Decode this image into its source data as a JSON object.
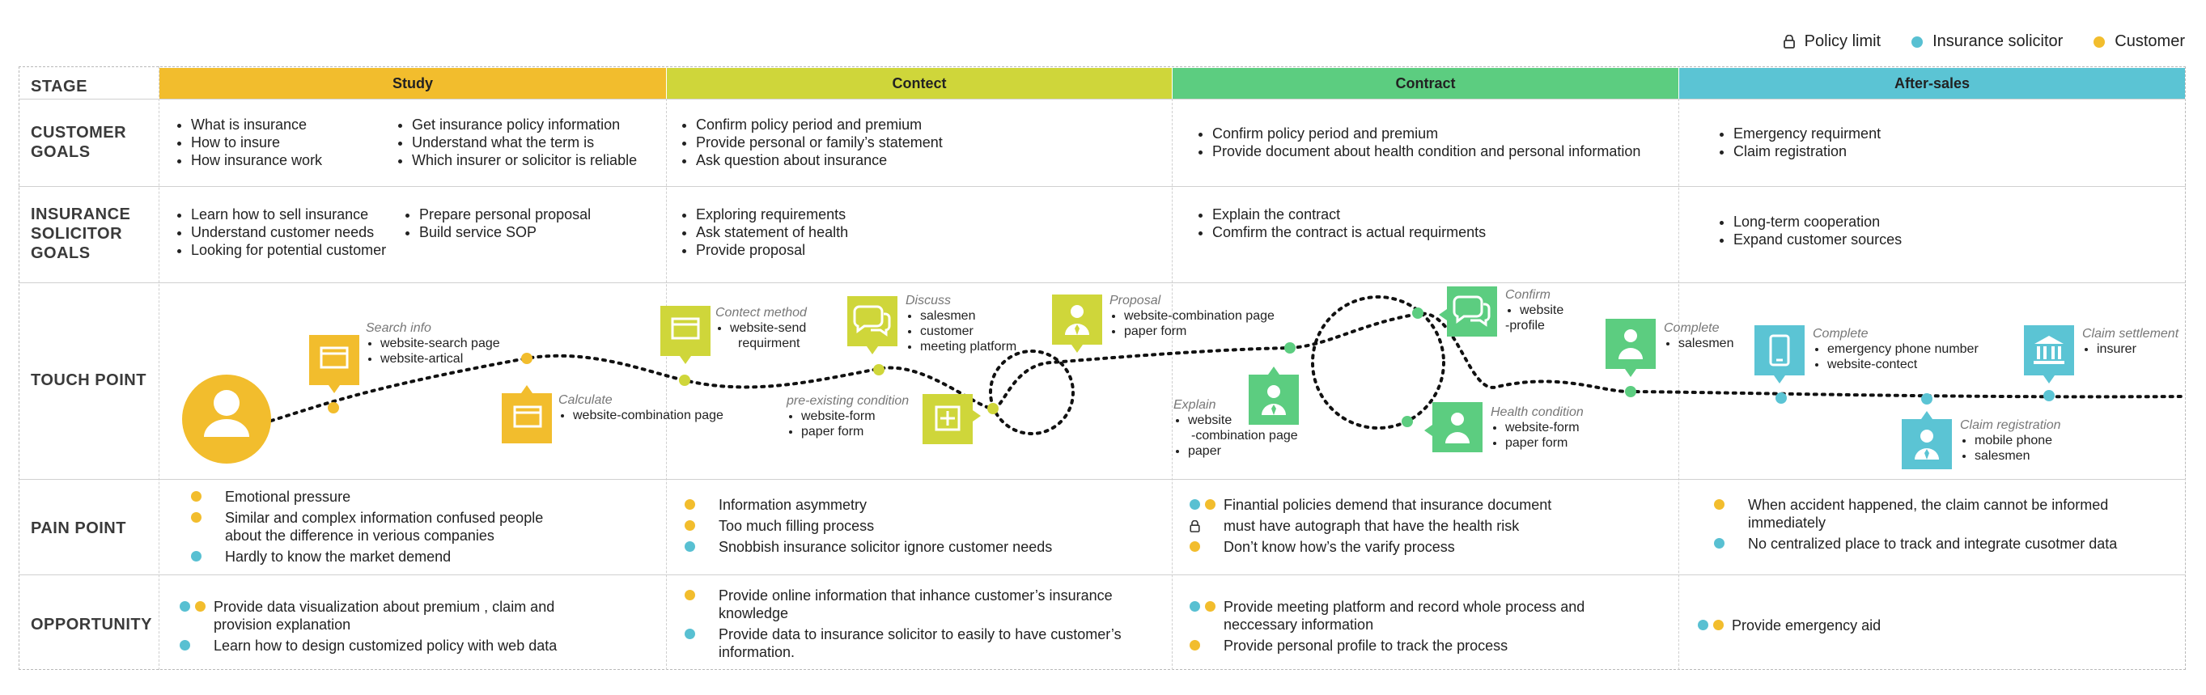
{
  "colors": {
    "study": "#f2bd2d",
    "contect": "#cfd63a",
    "contract": "#5ccd80",
    "aftersales": "#5bc4d4",
    "customer": "#f2bd2d",
    "solicitor": "#58c0d2",
    "lock": "#333333"
  },
  "legend": [
    {
      "label": "Policy limit",
      "icon": "lock-icon"
    },
    {
      "label": "Insurance solicitor",
      "color": "#58c0d2"
    },
    {
      "label": "Customer",
      "color": "#f2bd2d"
    }
  ],
  "rows": {
    "stage": "STAGE",
    "customer_goals": [
      "CUSTOMER",
      "GOALS"
    ],
    "solicitor_goals": [
      "INSURANCE",
      "SOLICITOR",
      "GOALS"
    ],
    "touch_point": "TOUCH POINT",
    "pain_point": "PAIN POINT",
    "opportunity": "OPPORTUNITY"
  },
  "stages": [
    "Study",
    "Contect",
    "Contract",
    "After-sales"
  ],
  "customer_goals": {
    "study_a": [
      "What is insurance",
      "How to insure",
      "How insurance work"
    ],
    "study_b": [
      "Get insurance policy information",
      "Understand what the term is",
      "Which insurer or solicitor is reliable"
    ],
    "contect": [
      "Confirm policy period and premium",
      "Provide personal or family’s statement",
      "Ask question about insurance"
    ],
    "contract": [
      "Confirm policy period and premium",
      "Provide document about health condition and personal information"
    ],
    "aftersales": [
      "Emergency requirment",
      "Claim registration"
    ]
  },
  "solicitor_goals": {
    "study_a": [
      "Learn how to sell insurance",
      "Understand customer needs",
      "Looking for potential customer"
    ],
    "study_b": [
      "Prepare personal proposal",
      "Build service SOP"
    ],
    "contect": [
      "Exploring requirements",
      "Ask statement of health",
      "Provide proposal"
    ],
    "contract": [
      "Explain the contract",
      "Comfirm the contract is actual requirments"
    ],
    "aftersales": [
      "Long-term cooperation",
      "Expand customer sources"
    ]
  },
  "touchpoints": {
    "search": {
      "title": "Search info",
      "items": [
        "website-search page",
        "website-artical"
      ]
    },
    "calculate": {
      "title": "Calculate",
      "items": [
        "website-combination page"
      ]
    },
    "contect_method": {
      "title": "Contect method",
      "items": [
        "website-send",
        "requirment"
      ]
    },
    "discuss": {
      "title": "Discuss",
      "items": [
        "salesmen",
        "customer",
        "meeting platform"
      ]
    },
    "preexisting": {
      "title": "pre-existing condition",
      "items": [
        "website-form",
        "paper form"
      ]
    },
    "proposal": {
      "title": "Proposal",
      "items": [
        "website-combination page",
        "paper form"
      ]
    },
    "explain": {
      "title": "Explain",
      "items": [
        "website",
        "-combination page",
        "paper"
      ]
    },
    "confirm": {
      "title": "Confirm",
      "items": [
        "website",
        "-profile"
      ]
    },
    "health": {
      "title": "Health condition",
      "items": [
        "website-form",
        "paper form"
      ]
    },
    "complete_sales": {
      "title": "Complete",
      "items": [
        "salesmen"
      ]
    },
    "complete_emergency": {
      "title": "Complete",
      "items": [
        "emergency phone number",
        "website-contect"
      ]
    },
    "claim_settlement": {
      "title": "Claim settlement",
      "items": [
        "insurer"
      ]
    },
    "claim_registration": {
      "title": "Claim registration",
      "items": [
        "mobile phone",
        "salesmen"
      ]
    }
  },
  "pain_points": {
    "study": [
      {
        "who": [
          "customer"
        ],
        "text": "Emotional pressure"
      },
      {
        "who": [
          "customer"
        ],
        "text": "Similar and complex information confused people about the difference in verious companies"
      },
      {
        "who": [
          "solicitor"
        ],
        "text": "Hardly to know the market demend"
      }
    ],
    "contect": [
      {
        "who": [
          "customer"
        ],
        "text": "Information asymmetry"
      },
      {
        "who": [
          "customer"
        ],
        "text": "Too much  filling process"
      },
      {
        "who": [
          "solicitor"
        ],
        "text": "Snobbish insurance solicitor ignore customer needs"
      }
    ],
    "contract": [
      {
        "who": [
          "solicitor",
          "customer"
        ],
        "text": "Finantial policies demend that insurance document"
      },
      {
        "who": [
          "lock"
        ],
        "text": "must have autograph that have the health risk"
      },
      {
        "who": [
          "customer"
        ],
        "text": "Don’t know how’s the varify process"
      }
    ],
    "aftersales": [
      {
        "who": [
          "customer"
        ],
        "text": "When accident happened, the claim cannot be informed immediately"
      },
      {
        "who": [
          "solicitor"
        ],
        "text": "No centralized place to track and integrate cusotmer data"
      }
    ]
  },
  "opportunities": {
    "study": [
      {
        "who": [
          "solicitor",
          "customer"
        ],
        "text": "Provide data visualization about   premium , claim and provision explanation"
      },
      {
        "who": [
          "solicitor"
        ],
        "text": "Learn how to design customized policy with web data"
      }
    ],
    "contect": [
      {
        "who": [
          "customer"
        ],
        "text": "Provide online information that inhance customer’s insurance knowledge"
      },
      {
        "who": [
          "solicitor"
        ],
        "text": "Provide data to insurance solicitor to easily to have customer’s information."
      }
    ],
    "contract": [
      {
        "who": [
          "solicitor",
          "customer"
        ],
        "text": "Provide meeting platform and record whole process and neccessary information"
      },
      {
        "who": [
          "customer"
        ],
        "text": "Provide personal profile to track the process"
      }
    ],
    "aftersales": [
      {
        "who": [
          "solicitor",
          "customer"
        ],
        "text": "Provide emergency aid"
      }
    ]
  }
}
